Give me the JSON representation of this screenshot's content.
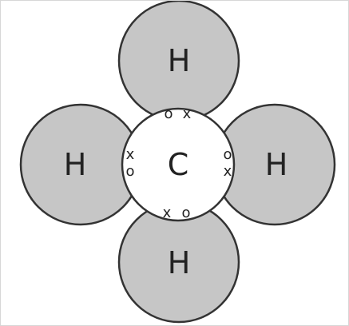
{
  "diagram": {
    "atoms": {
      "carbon": "C",
      "hydrogen_top": "H",
      "hydrogen_left": "H",
      "hydrogen_right": "H",
      "hydrogen_bottom": "H"
    },
    "bonds": {
      "top": [
        "o",
        "x"
      ],
      "left": [
        "x",
        "o"
      ],
      "right": [
        "o",
        "x"
      ],
      "bottom": [
        "x",
        "o"
      ]
    },
    "colors": {
      "hydrogen_fill": "#c6c6c6",
      "carbon_fill": "#ffffff",
      "outline": "#333333"
    }
  }
}
